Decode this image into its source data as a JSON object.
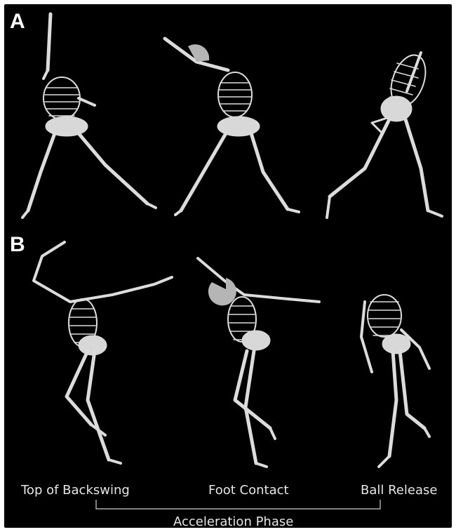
{
  "panels": {
    "a_label": "A",
    "b_label": "B"
  },
  "captions": {
    "top_of_backswing": "Top of Backswing",
    "foot_contact": "Foot Contact",
    "ball_release": "Ball Release",
    "acceleration_phase": "Acceleration Phase"
  },
  "colors": {
    "background": "#000000",
    "bone": "#e8e8e8",
    "ball": "#b5b5b5",
    "text": "#e6e6e6"
  }
}
